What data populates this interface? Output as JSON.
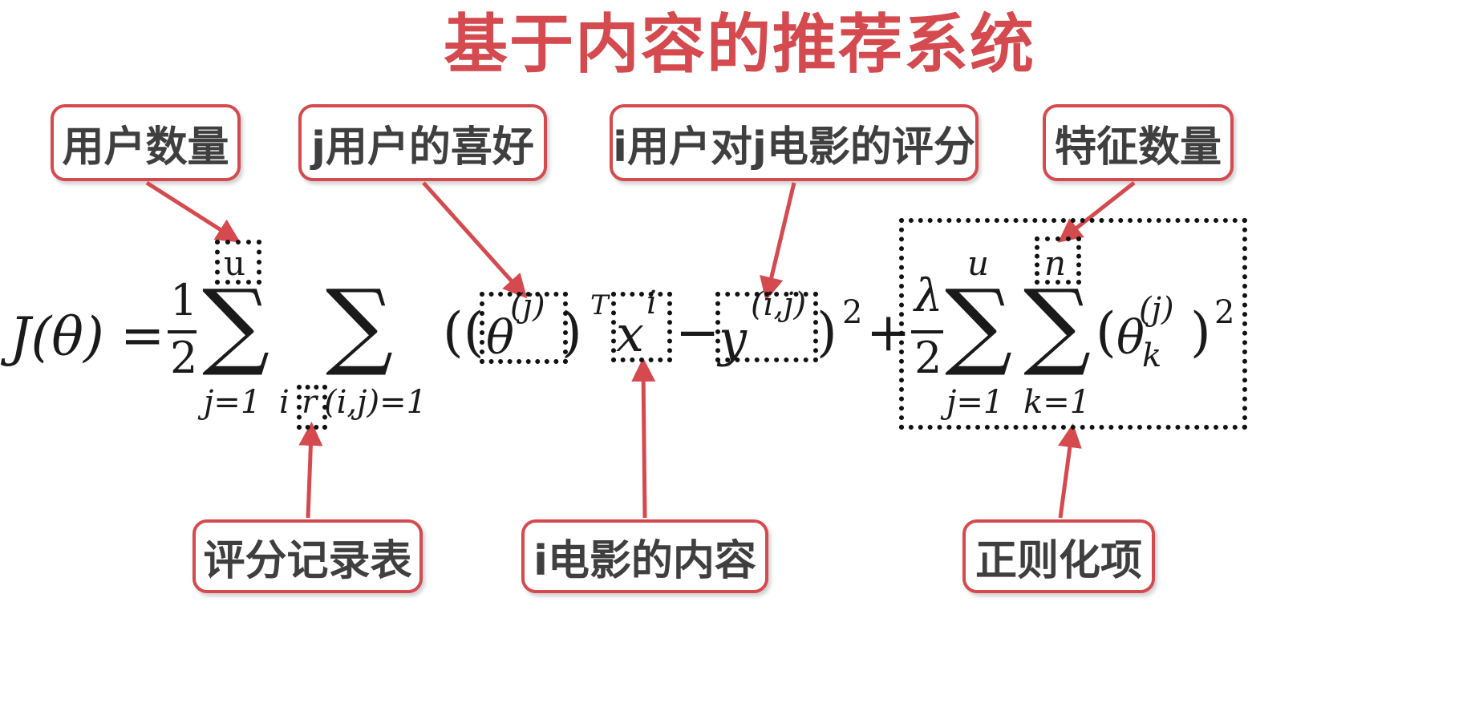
{
  "title": "基于内容的推荐系统",
  "colors": {
    "accent": "#d44a4f",
    "text": "#3f3f3f",
    "formula": "#1a1a1a"
  },
  "labels": {
    "user_count": "用户数量",
    "user_preference": "j用户的喜好",
    "rating": "i用户对j电影的评分",
    "feature_count": "特征数量",
    "rating_table": "评分记录表",
    "movie_content": "i电影的内容",
    "regularization": "正则化项"
  },
  "formula": {
    "lhs": "J(θ)",
    "equals": "=",
    "frac1_num": "1",
    "frac1_den": "2",
    "sigma": "∑",
    "sum1_upper": "u",
    "sum1_lower": "j=1",
    "sum2_lower_i": "i",
    "sum2_lower_r": "r",
    "sum2_lower_rest": "(i,j)=1",
    "open_parens": "((",
    "theta": "θ",
    "theta_sup": "(j)",
    "close_paren": ")",
    "transpose": "T",
    "x": "x",
    "x_sup": "i",
    "minus": "−",
    "y": "y",
    "y_sup": "(i,j)",
    "close_sq": ")",
    "square": "2",
    "plus": "+",
    "lambda": "λ",
    "frac2_den": "2",
    "sum3_upper": "u",
    "sum3_lower": "j=1",
    "sum4_upper": "n",
    "sum4_lower": "k=1",
    "reg_open": "(",
    "reg_theta": "θ",
    "reg_sup": "(j)",
    "reg_sub": "k",
    "reg_close": ")",
    "reg_square": "2"
  }
}
